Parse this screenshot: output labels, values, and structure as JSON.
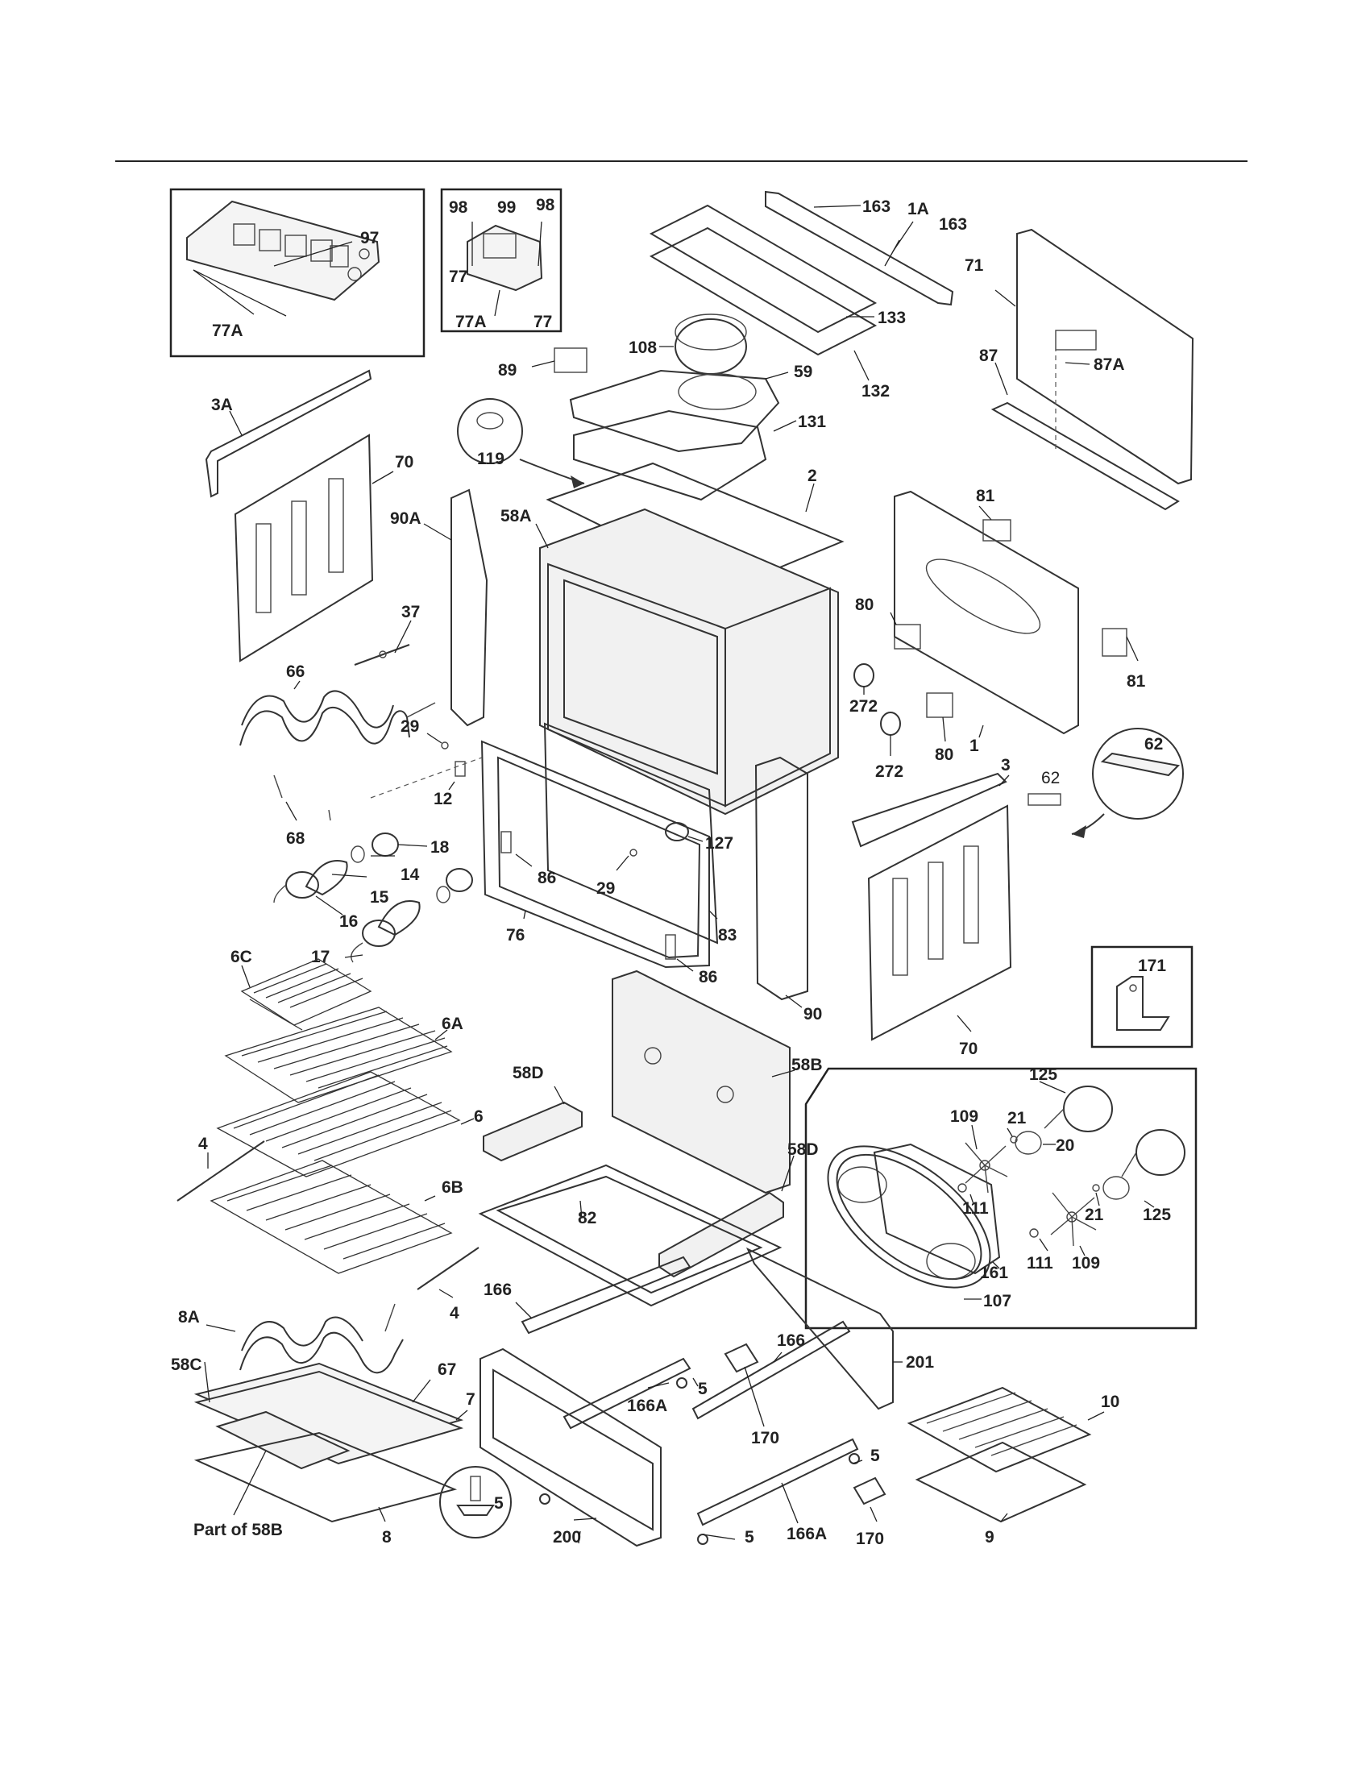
{
  "callouts": {
    "c97": "97",
    "c77a_1": "77A",
    "c98a": "98",
    "c99": "99",
    "c98b": "98",
    "c77a": "77",
    "c77a_2": "77A",
    "c77b": "77",
    "c163a": "163",
    "c1a": "1A",
    "c163b": "163",
    "c71": "71",
    "c133": "133",
    "c132": "132",
    "c108": "108",
    "c89": "89",
    "c59": "59",
    "c87": "87",
    "c87a": "87A",
    "c3a": "3A",
    "c70a": "70",
    "c119": "119",
    "c131": "131",
    "c2": "2",
    "c58a": "58A",
    "c90a": "90A",
    "c81a": "81",
    "c37": "37",
    "c80a": "80",
    "c81b": "81",
    "c272a": "272",
    "c66": "66",
    "c29a": "29",
    "c272b": "272",
    "c80b": "80",
    "c1": "1",
    "c62a": "62",
    "c62b": "62",
    "c12": "12",
    "c3": "3",
    "c68": "68",
    "c127": "127",
    "c18": "18",
    "c86a": "86",
    "c14": "14",
    "c29b": "29",
    "c15": "15",
    "c76": "76",
    "c83": "83",
    "c16": "16",
    "c17": "17",
    "c86b": "86",
    "c90": "90",
    "c6c": "6C",
    "c171": "171",
    "c6a": "6A",
    "c70b": "70",
    "c58d_1": "58D",
    "c58b": "58B",
    "c125a": "125",
    "c109a": "109",
    "c21a": "21",
    "c20": "20",
    "c6": "6",
    "c4a": "4",
    "c58d_2": "58D",
    "c111a": "111",
    "c21b": "21",
    "c125b": "125",
    "c82": "82",
    "c6b": "6B",
    "c111b": "111",
    "c109b": "109",
    "c161": "161",
    "c166a": "166",
    "c107": "107",
    "c4b": "4",
    "c8a": "8A",
    "c166b": "166",
    "c201": "201",
    "c58c": "58C",
    "c67": "67",
    "c5a": "5",
    "c7": "7",
    "c166a_1": "166A",
    "c10": "10",
    "c170a": "170",
    "c5b": "5",
    "c5c": "5",
    "c200": "200",
    "c166a_2": "166A",
    "c5d": "5",
    "c170b": "170",
    "c9": "9",
    "c_part58b": "Part of 58B",
    "c8": "8"
  }
}
